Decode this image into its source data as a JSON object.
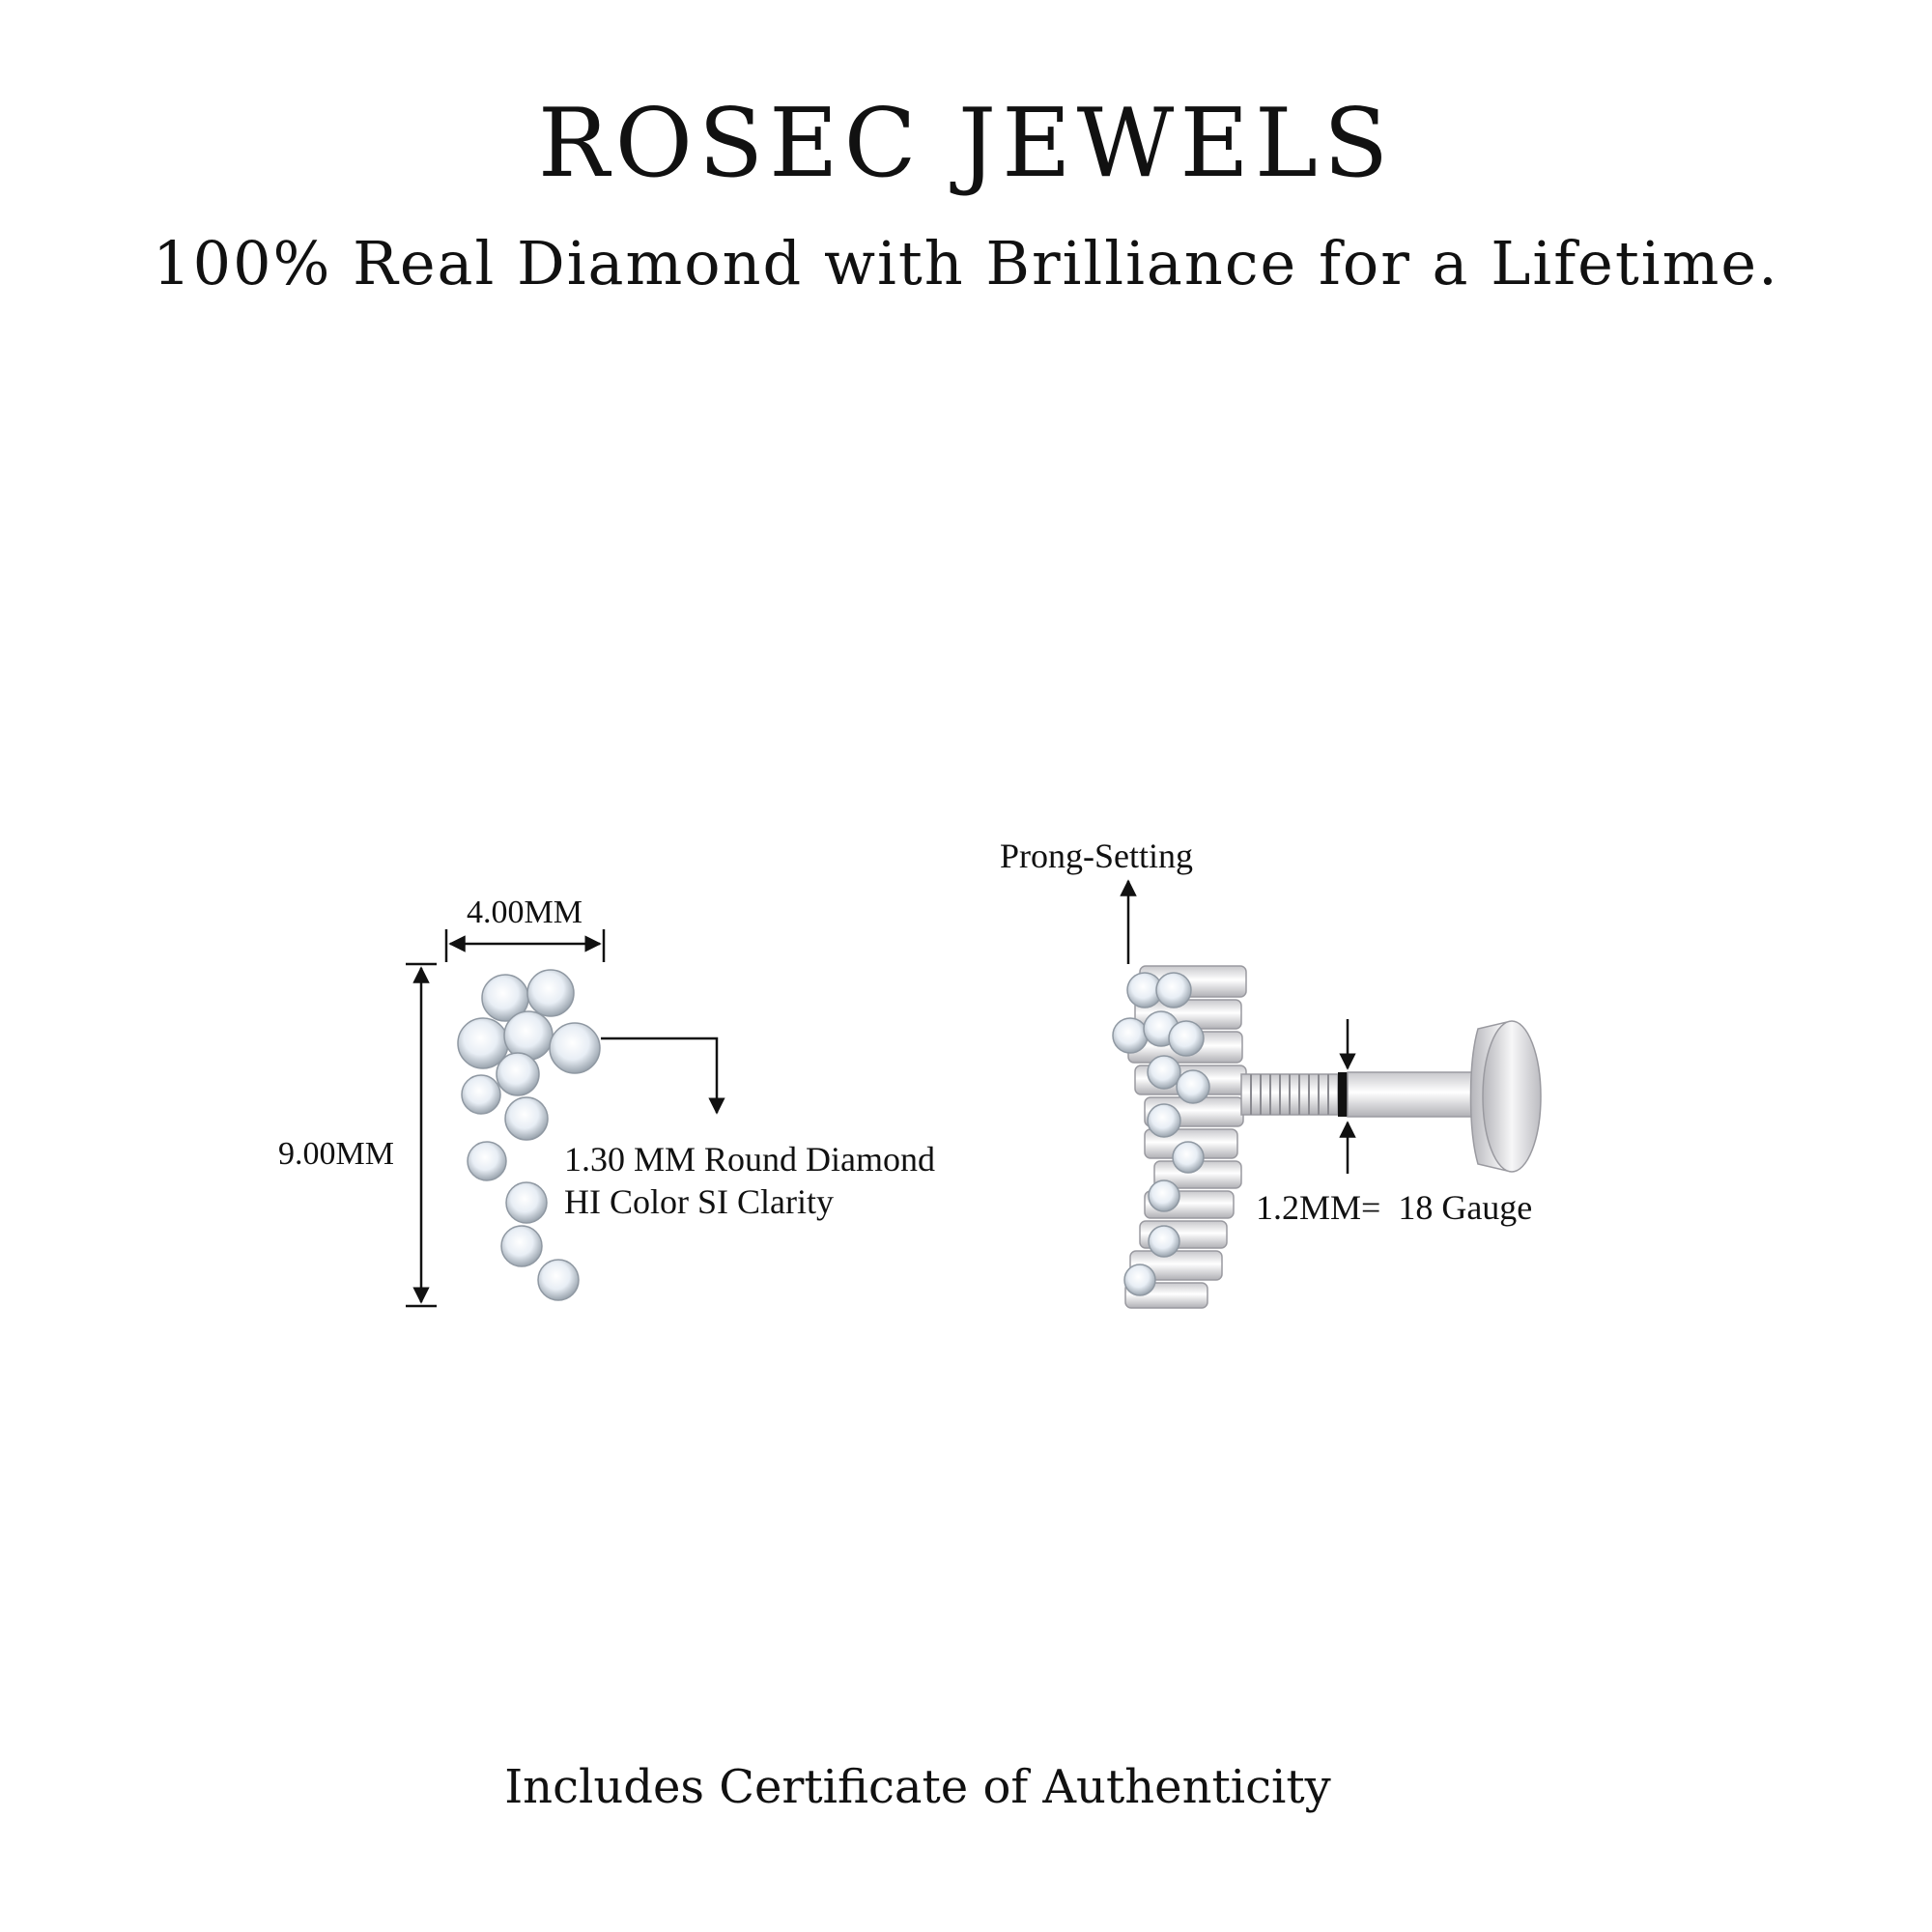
{
  "header": {
    "brand": "ROSEC JEWELS",
    "tagline": "100% Real Diamond with Brilliance for a Lifetime."
  },
  "front_view": {
    "width_label": "4.00MM",
    "height_label": "9.00MM",
    "stone_line1": "1.30 MM Round Diamond",
    "stone_line2": "HI Color SI Clarity"
  },
  "side_view": {
    "setting_label": "Prong-Setting",
    "gauge_label": "1.2MM=  18 Gauge"
  },
  "footer": {
    "certificate": "Includes Certificate of Authenticity"
  },
  "colors": {
    "text": "#111111",
    "metal": "#d9d9dc",
    "background": "#ffffff"
  }
}
